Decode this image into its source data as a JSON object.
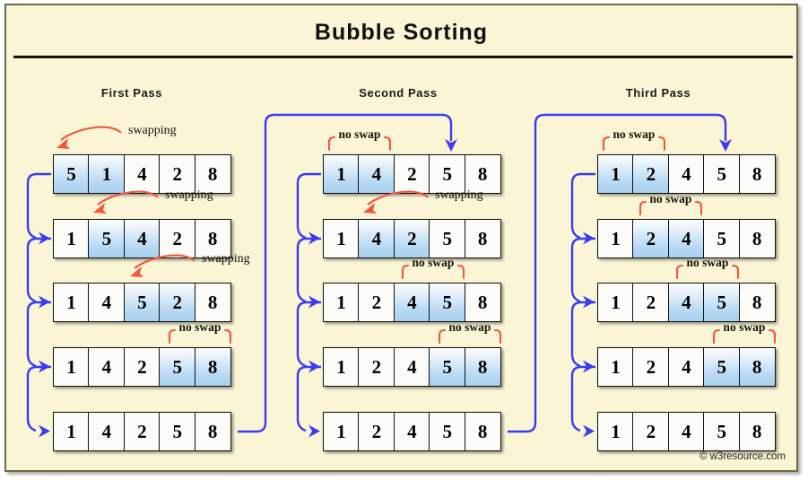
{
  "title": "Bubble  Sorting",
  "watermark": "© w3resource.com",
  "colors": {
    "background": "#FAF6D5",
    "frame": "#6b6a4a",
    "highlight": "#b7d9f3",
    "annotation_red": "#f4553d",
    "connector_blue": "#3b3bf0",
    "cell_border": "#111111"
  },
  "labels": {
    "swapping": "swapping",
    "no_swap": "no swap"
  },
  "passes": [
    {
      "name": "first-pass",
      "label": "First  Pass",
      "rows": [
        {
          "values": [
            "5",
            "1",
            "4",
            "2",
            "8"
          ],
          "highlight": [
            0,
            1
          ],
          "annotation": "swapping"
        },
        {
          "values": [
            "1",
            "5",
            "4",
            "2",
            "8"
          ],
          "highlight": [
            1,
            2
          ],
          "annotation": "swapping"
        },
        {
          "values": [
            "1",
            "4",
            "5",
            "2",
            "8"
          ],
          "highlight": [
            2,
            3
          ],
          "annotation": "swapping"
        },
        {
          "values": [
            "1",
            "4",
            "2",
            "5",
            "8"
          ],
          "highlight": [
            3,
            4
          ],
          "annotation": "no swap"
        },
        {
          "values": [
            "1",
            "4",
            "2",
            "5",
            "8"
          ],
          "highlight": [],
          "annotation": ""
        }
      ]
    },
    {
      "name": "second-pass",
      "label": "Second  Pass",
      "rows": [
        {
          "values": [
            "1",
            "4",
            "2",
            "5",
            "8"
          ],
          "highlight": [
            0,
            1
          ],
          "annotation": "no swap"
        },
        {
          "values": [
            "1",
            "4",
            "2",
            "5",
            "8"
          ],
          "highlight": [
            1,
            2
          ],
          "annotation": "swapping"
        },
        {
          "values": [
            "1",
            "2",
            "4",
            "5",
            "8"
          ],
          "highlight": [
            2,
            3
          ],
          "annotation": "no swap"
        },
        {
          "values": [
            "1",
            "2",
            "4",
            "5",
            "8"
          ],
          "highlight": [
            3,
            4
          ],
          "annotation": "no swap"
        },
        {
          "values": [
            "1",
            "2",
            "4",
            "5",
            "8"
          ],
          "highlight": [],
          "annotation": ""
        }
      ]
    },
    {
      "name": "third-pass",
      "label": "Third  Pass",
      "rows": [
        {
          "values": [
            "1",
            "2",
            "4",
            "5",
            "8"
          ],
          "highlight": [
            0,
            1
          ],
          "annotation": "no swap"
        },
        {
          "values": [
            "1",
            "2",
            "4",
            "5",
            "8"
          ],
          "highlight": [
            1,
            2
          ],
          "annotation": "no swap"
        },
        {
          "values": [
            "1",
            "2",
            "4",
            "5",
            "8"
          ],
          "highlight": [
            2,
            3
          ],
          "annotation": "no swap"
        },
        {
          "values": [
            "1",
            "2",
            "4",
            "5",
            "8"
          ],
          "highlight": [
            3,
            4
          ],
          "annotation": "no swap"
        },
        {
          "values": [
            "1",
            "2",
            "4",
            "5",
            "8"
          ],
          "highlight": [],
          "annotation": ""
        }
      ]
    }
  ]
}
